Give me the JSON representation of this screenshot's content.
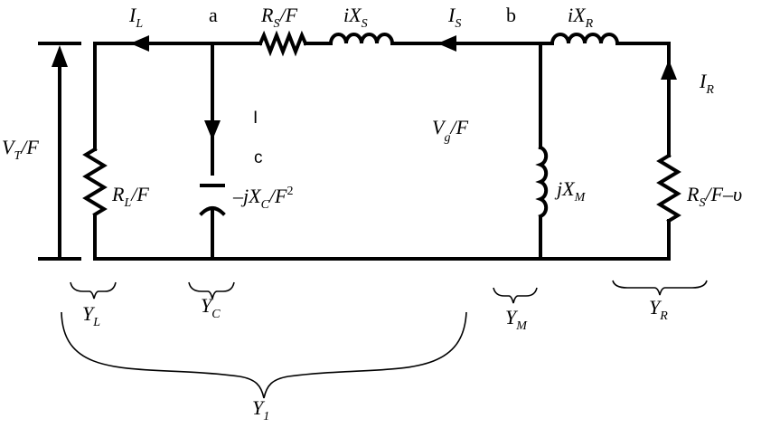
{
  "diagram": {
    "currents": {
      "I_L": {
        "main": "I",
        "sub": "L"
      },
      "I_S": {
        "main": "I",
        "sub": "S"
      },
      "I_R": {
        "main": "I",
        "sub": "R"
      }
    },
    "nodes": {
      "a": "a",
      "b": "b"
    },
    "components": {
      "RS_F": {
        "main": "R",
        "sub": "S",
        "rest": "/F"
      },
      "iXS": {
        "main": "iX",
        "sub": "S"
      },
      "iXR": {
        "main": "iX",
        "sub": "R"
      },
      "RL_F": {
        "main": "R",
        "sub": "L",
        "rest": "/F"
      },
      "jXC": {
        "pre": "–jX",
        "sub": "C",
        "rest": "/F",
        "sup": "2"
      },
      "jXM": {
        "main": "jX",
        "sub": "M"
      },
      "RS_F_v": {
        "main": "R",
        "sub": "S",
        "rest": "/F–υ"
      }
    },
    "capacitor_current": {
      "line1": "I",
      "line2": "c"
    },
    "voltages": {
      "VT_F": {
        "main": "V",
        "sub": "T",
        "rest": "/F"
      },
      "Vg_F": {
        "main": "V",
        "sub": "g",
        "rest": "/F"
      }
    },
    "admittances": {
      "YL": {
        "main": "Y",
        "sub": "L"
      },
      "YC": {
        "main": "Y",
        "sub": "C"
      },
      "YM": {
        "main": "Y",
        "sub": "M"
      },
      "YR": {
        "main": "Y",
        "sub": "R"
      },
      "Y1": {
        "main": "Y",
        "sub": "1"
      }
    }
  }
}
